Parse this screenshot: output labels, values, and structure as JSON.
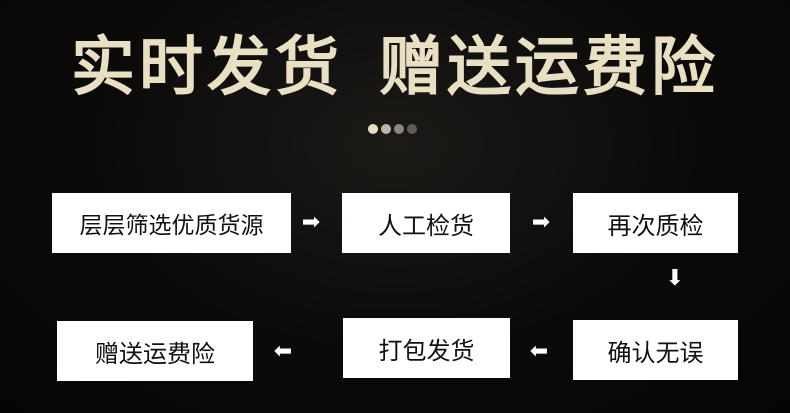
{
  "banner": {
    "title_left": "实时发货",
    "title_right": "赠送运费险"
  },
  "dots": [
    "#e9dfc3",
    "#bdb6a6",
    "#8c8780",
    "#5e5b57"
  ],
  "flow": {
    "step1": "层层筛选优质货源",
    "step2": "人工检货",
    "step3": "再次质检",
    "step4": "确认无误",
    "step5": "打包发货",
    "step6": "赠送运费险"
  },
  "icons": {
    "arrow_right": "➡",
    "arrow_down": "⬇",
    "arrow_left": "⬅"
  }
}
